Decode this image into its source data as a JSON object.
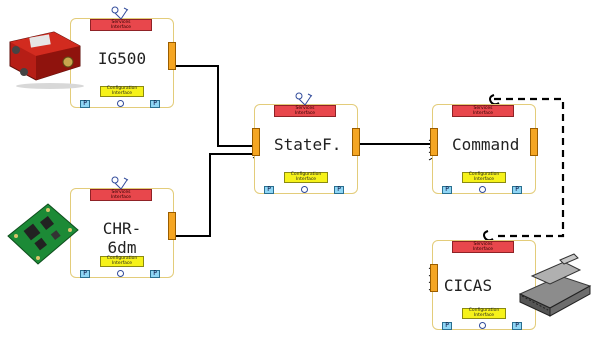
{
  "components": [
    {
      "id": "ig500",
      "label": "IG500",
      "services": "Services\nInterface",
      "config": "Configuration\nInterface",
      "p": "P"
    },
    {
      "id": "chr",
      "label": "CHR-6dm",
      "services": "Services\nInterface",
      "config": "Configuration\nInterface",
      "p": "P"
    },
    {
      "id": "statef",
      "label": "StateF.",
      "services": "Services\nInterface",
      "config": "Configuration\nInterface",
      "p": "P"
    },
    {
      "id": "command",
      "label": "Command",
      "services": "Services\nInterface",
      "config": "Configuration\nInterface",
      "p": "P"
    },
    {
      "id": "cicas",
      "label": "CICAS",
      "services": "Services\nInterface",
      "config": "Configuration\nInterface",
      "p": "P"
    }
  ],
  "services_line1": "Services",
  "services_line2": "Interface",
  "config_line1": "Configuration",
  "config_line2": "Interface",
  "p_label": "P",
  "colors": {
    "services": "#e8474c",
    "config": "#f6f21a",
    "port": "#f5a623",
    "pbox": "#8fd6f5",
    "frame": "#e3cc7a",
    "wire": "#000000"
  },
  "icons": [
    "imu-device-image",
    "sensor-board-image",
    "tracked-robot-image",
    "antenna-icon"
  ]
}
